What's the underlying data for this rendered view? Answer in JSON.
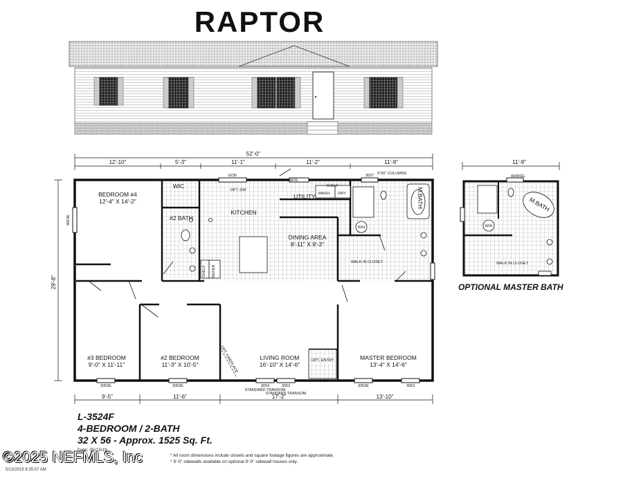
{
  "title": "RAPTOR",
  "rooms": {
    "bedroom4": {
      "name": "BEDROOM #4",
      "size": "12'-4\" X 14'-2\""
    },
    "wic": "WIC",
    "bath2": "#2 BATH",
    "kitchen": "KITCHEN",
    "utility": "UTILITY",
    "wash": "WASH",
    "dry": "DRY",
    "shelf": "SHELF",
    "dining": {
      "name": "DINING AREA",
      "size": "8'-11\" X 9'-3\""
    },
    "mbath": "M.BATH",
    "wh": "W/H",
    "walkin": "WALK IN CLOSET",
    "bedroom3": {
      "name": "#3 BEDROOM",
      "size": "9'-0\" X 11'-11\""
    },
    "bedroom2": {
      "name": "#2 BEDROOM",
      "size": "11'-3\" X 10'-5\""
    },
    "living": {
      "name": "LIVING ROOM",
      "size": "16'-10\" X 14'-6\""
    },
    "master": {
      "name": "MASTER BEDROOM",
      "size": "13'-4\" X 14'-6\""
    },
    "refer": "REFER",
    "shelf2": "SHELF",
    "opt_entry": "OPT. ENTRY",
    "opt_fireplace": "OPT. FIREPLACE",
    "opt_dw": "OPT. DW"
  },
  "dimensions": {
    "overall_width": "52'-0\"",
    "top": [
      "12'-10\"",
      "5'-3\"",
      "11'-1\"",
      "11'-2\"",
      "11'-9\""
    ],
    "columns_note": "3\"X6\" COLUMNS",
    "depth": "29'-8\"",
    "bottom": [
      "9'-5\"",
      "11'-6\"",
      "17'-2\"",
      "13'-10\""
    ],
    "opt_width": "11'-9\""
  },
  "window_codes": {
    "w6230": "6230",
    "w3476": "3476",
    "w3027": "3027",
    "w4053e": "4053E",
    "w3053e_a": "3053E",
    "w3053e_b": "3053E",
    "w3053_a": "3053",
    "w3053_b": "3053",
    "w3053e_c": "3053E",
    "w3053_c": "3053",
    "w3476b": "3476",
    "w4040sg": "4040SG",
    "transom_a": "STANDARD TRANSOM",
    "transom_b": "STANDARD TRANSOM"
  },
  "optional": {
    "title": "OPTIONAL MASTER BATH",
    "mbath": "M.BATH",
    "wh": "W/H",
    "walkin": "WALK IN CLOSET"
  },
  "info": {
    "model": "L-3524F",
    "beds_baths": "4-BEDROOM / 2-BATH",
    "size": "32 X 56 - Approx. 1525 Sq. Ft.",
    "date": "Date: 05/13/19",
    "disclaimer1": "* All room dimensions include closets and square footage figures are approximate.",
    "disclaimer2": "* 9'-0\" sidewalls available on optional 9'-0\" sidewall houses only."
  },
  "watermark": "©2025 NEFMLS, Inc",
  "timestamp": "5/13/2019 8:35:57 AM",
  "colors": {
    "ink": "#111111",
    "paper": "#ffffff",
    "tile": "#9a9a9a"
  }
}
